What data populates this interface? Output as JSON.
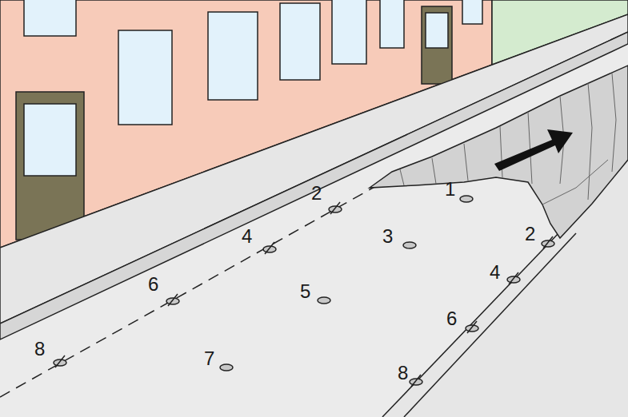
{
  "diagram": {
    "labels": [
      "1",
      "2",
      "3",
      "2",
      "4",
      "4",
      "6",
      "5",
      "6",
      "8",
      "7",
      "8"
    ]
  }
}
